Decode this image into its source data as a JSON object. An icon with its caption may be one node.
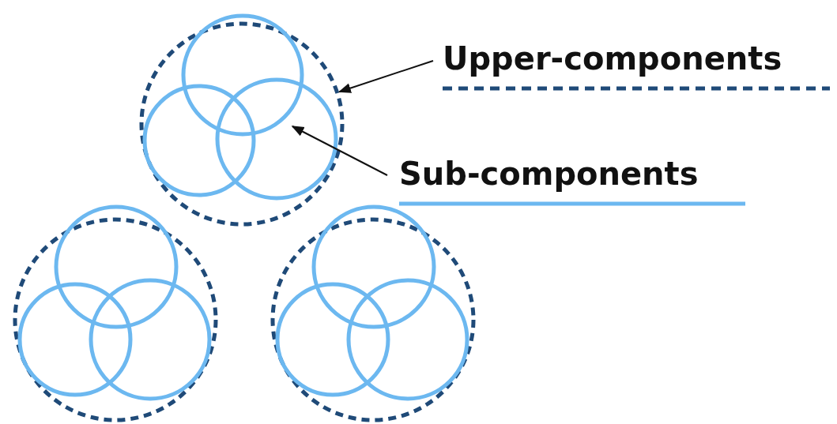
{
  "diagram": {
    "nodes": [
      {
        "text": [],
        "shape": "circle"
      },
      {
        "text": [],
        "shape": "circle",
        "in": 0
      },
      {
        "text": [],
        "shape": "circle",
        "in": 0
      },
      {
        "text": [],
        "shape": "circle",
        "in": 0
      },
      {
        "text": [
          "Upper-components"
        ]
      },
      {
        "text": [
          "Sub-components"
        ]
      },
      {
        "text": [],
        "shape": "circle"
      },
      {
        "text": [],
        "shape": "circle",
        "in": 6
      },
      {
        "text": [],
        "shape": "circle",
        "in": 6
      },
      {
        "text": [],
        "shape": "circle",
        "in": 6
      },
      {
        "text": [],
        "shape": "circle"
      },
      {
        "text": [],
        "shape": "circle",
        "in": 10
      },
      {
        "text": [],
        "shape": "circle",
        "in": 10
      },
      {
        "text": [],
        "shape": "circle",
        "in": 10
      }
    ],
    "edges": [
      {
        "from": 4,
        "to": 0,
        "arrow": "to"
      },
      {
        "from": 5,
        "to": 3,
        "arrow": "to"
      }
    ]
  }
}
